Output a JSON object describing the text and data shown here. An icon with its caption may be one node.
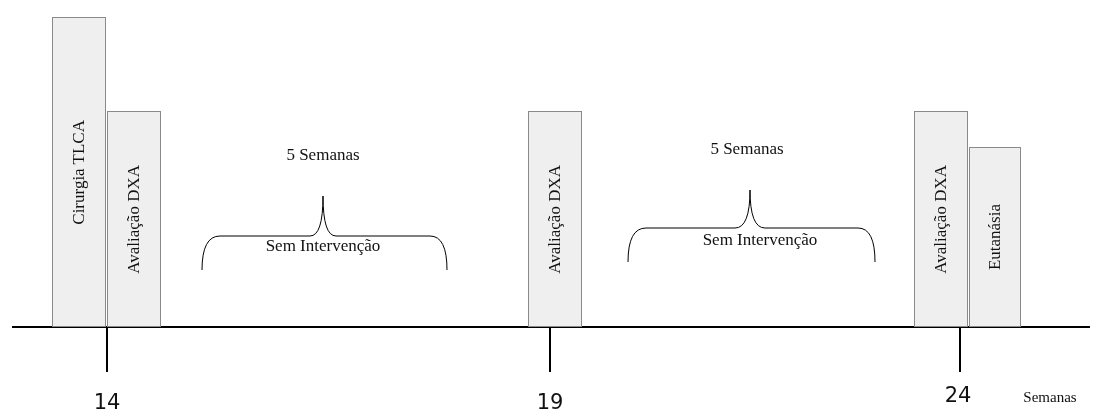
{
  "diagram": {
    "nodes": [
      {
        "text": [
          "Cirurgia TLCA"
        ]
      },
      {
        "text": [
          "Avaliação DXA"
        ]
      },
      {
        "text": [
          "Avaliação DXA"
        ]
      },
      {
        "text": [
          "Avaliação DXA"
        ]
      },
      {
        "text": [
          "Eutanásia"
        ]
      }
    ],
    "labels": [
      "5 Semanas",
      "5 Semanas",
      "Sem Intervenção",
      "Sem Intervenção",
      "14",
      "19",
      "24",
      "Semanas"
    ]
  }
}
